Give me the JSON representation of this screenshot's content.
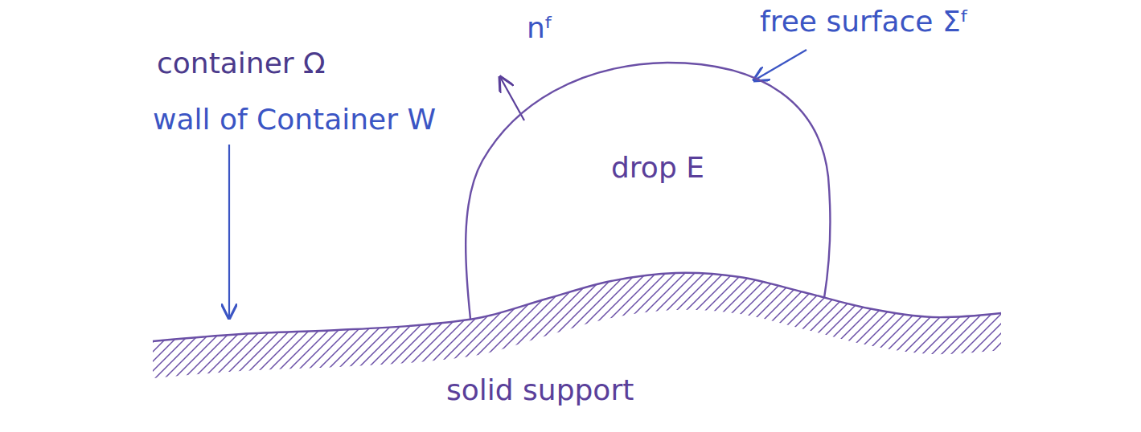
{
  "diagram": {
    "nodes": [
      {
        "text": [
          "drop E"
        ]
      },
      {
        "text": [
          "solid support"
        ]
      }
    ],
    "labels": [
      "container Ω",
      "free surface Σᶠ",
      "nᶠ",
      "wall of Container W"
    ]
  }
}
